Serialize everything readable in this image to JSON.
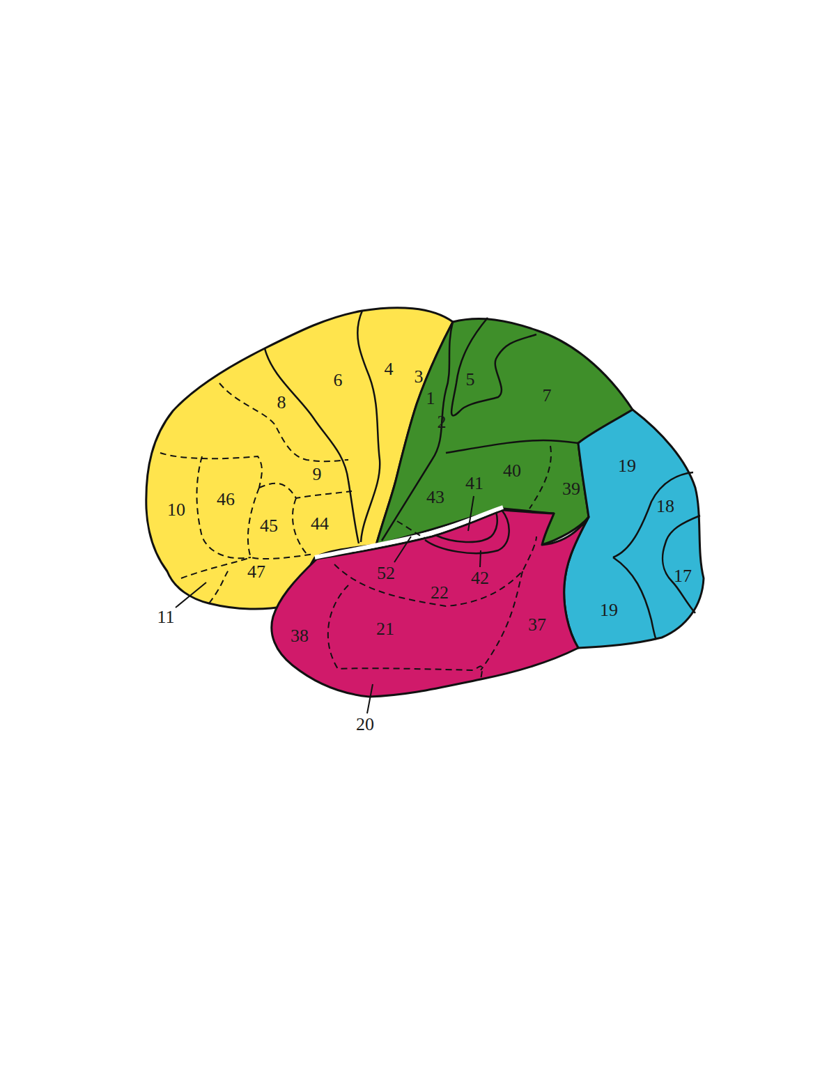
{
  "diagram": {
    "labels": [
      "4",
      "3",
      "6",
      "5",
      "1",
      "8",
      "7",
      "2",
      "9",
      "40",
      "19",
      "41",
      "10",
      "46",
      "43",
      "39",
      "45",
      "44",
      "18",
      "52",
      "42",
      "47",
      "17",
      "22",
      "11",
      "21",
      "37",
      "38",
      "19",
      "20"
    ]
  }
}
